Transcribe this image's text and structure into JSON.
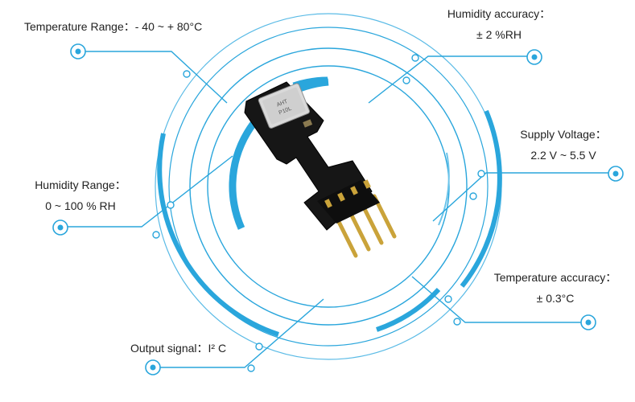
{
  "specs": [
    {
      "key": "temperature_range",
      "label": "Temperature Range：",
      "value": "- 40 ~ + 80°C"
    },
    {
      "key": "humidity_accuracy",
      "label": "Humidity accuracy：",
      "value": "± 2 %RH"
    },
    {
      "key": "supply_voltage",
      "label": "Supply Voltage：",
      "value": "2.2 V ~ 5.5 V"
    },
    {
      "key": "humidity_range",
      "label": "Humidity Range：",
      "value": "0 ~ 100 % RH"
    },
    {
      "key": "temperature_accuracy",
      "label": "Temperature accuracy：",
      "value": "± 0.3°C"
    },
    {
      "key": "output_signal",
      "label": "Output signal：",
      "value": "I² C"
    }
  ],
  "chip_marking": {
    "line1": "AHT",
    "line2": "P10L"
  },
  "colors": {
    "accent": "#2aa6dc",
    "accent_light": "#6cc4ea",
    "pcb": "#161616",
    "pin": "#caa33a"
  }
}
